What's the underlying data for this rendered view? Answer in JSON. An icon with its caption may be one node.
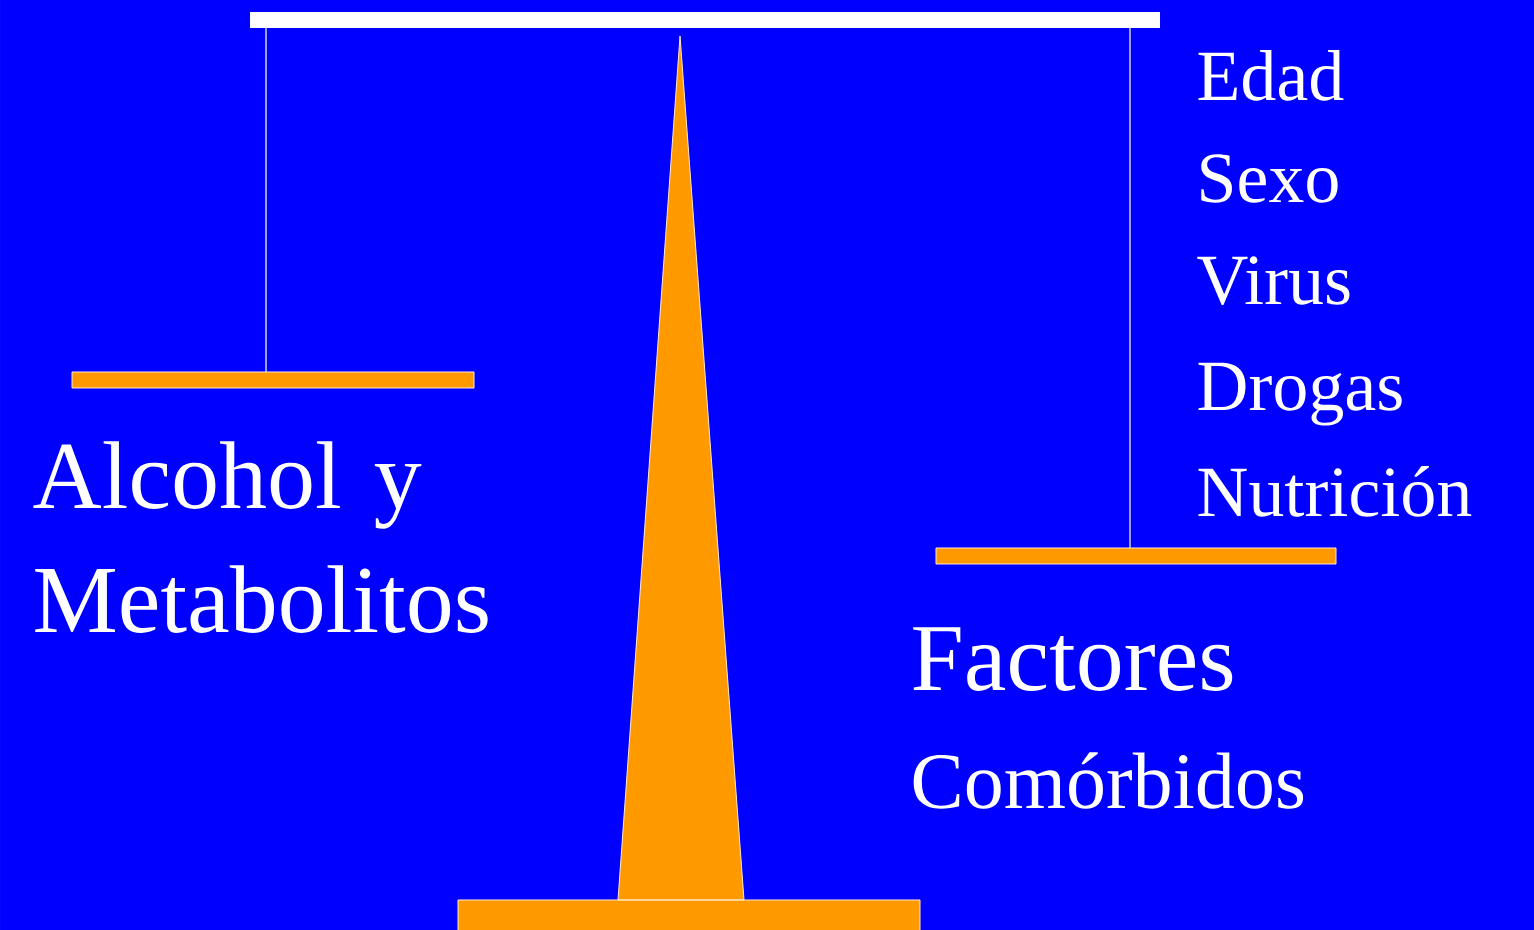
{
  "diagram": {
    "labels": [
      "Edad",
      "Sexo",
      "Virus",
      "Drogas",
      "Nutrición",
      "Alcohol y Metabolitos",
      "Factores",
      "Comórbidos"
    ]
  }
}
